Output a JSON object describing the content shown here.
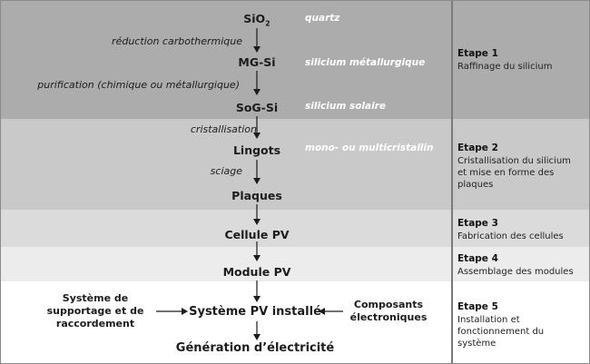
{
  "colors": {
    "band1": "#acacac",
    "band2": "#c9c9c9",
    "band3": "#dbdbdb",
    "band4": "#ececec",
    "band5": "#ffffff",
    "arrow": "#1c1c1c",
    "material_label": "#ffffff"
  },
  "nodes": {
    "sio2_main": "SiO",
    "sio2_sub": "2",
    "mg_si": "MG-Si",
    "sog_si": "SoG-Si",
    "lingots": "Lingots",
    "plaques": "Plaques",
    "cellule": "Cellule PV",
    "module": "Module PV",
    "systeme": "Système PV installé",
    "generation": "Génération d’électricité"
  },
  "processes": {
    "reduction": "réduction carbothermique",
    "purification": "purification (chimique ou métallurgique)",
    "cristallisation": "cristallisation",
    "sciage": "sciage"
  },
  "materials": {
    "quartz": "quartz",
    "metallurgique": "silicium métallurgique",
    "solaire": "silicium solaire",
    "cristallin": "mono- ou multicristallin"
  },
  "inputs": {
    "support_line1": "Système de",
    "support_line2": "supportage et de",
    "support_line3": "raccordement",
    "composants_line1": "Composants",
    "composants_line2": "électroniques"
  },
  "stages": [
    {
      "title": "Etape 1",
      "desc_lines": [
        "Raffinage du silicium"
      ]
    },
    {
      "title": "Etape 2",
      "desc_lines": [
        "Cristallisation du silicium",
        "et mise en forme des",
        "plaques"
      ]
    },
    {
      "title": "Etape 3",
      "desc_lines": [
        "Fabrication des cellules"
      ]
    },
    {
      "title": "Etape 4",
      "desc_lines": [
        "Assemblage des modules"
      ]
    },
    {
      "title": "Etape 5",
      "desc_lines": [
        "Installation et",
        "fonctionnement du",
        "système"
      ]
    }
  ]
}
